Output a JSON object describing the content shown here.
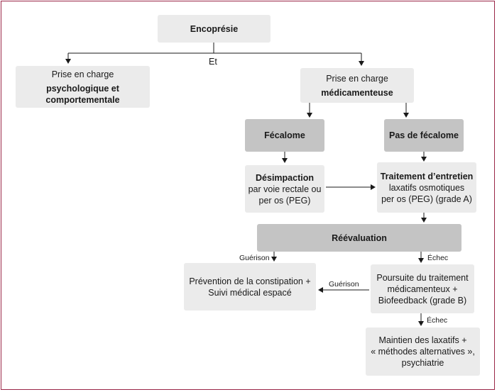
{
  "nodes": {
    "encopresie": {
      "title": "Encoprésie"
    },
    "psy": {
      "line1": "Prise en charge",
      "line2": "psychologique et",
      "line3": "comportementale"
    },
    "med": {
      "line1": "Prise en charge",
      "line2": "médicamenteuse"
    },
    "fecalome": {
      "title": "Fécalome"
    },
    "pas_fecalome": {
      "title": "Pas de fécalome"
    },
    "desimpaction": {
      "title": "Désimpaction",
      "line1": "par voie rectale ou",
      "line2": "per os (PEG)"
    },
    "entretien": {
      "title": "Traitement d’entretien",
      "line1": "laxatifs osmotiques",
      "line2": "per os (PEG) (grade A)"
    },
    "reevaluation": {
      "title": "Réévaluation"
    },
    "prevention": {
      "line1": "Prévention de la constipation +",
      "line2": "Suivi médical espacé"
    },
    "poursuite": {
      "line1": "Poursuite du traitement",
      "line2": "médicamenteux +",
      "line3": "Biofeedback (grade B)"
    },
    "maintien": {
      "line1": "Maintien des laxatifs +",
      "line2": "« méthodes alternatives »,",
      "line3": "psychiatrie"
    }
  },
  "edge_labels": {
    "et": "Et",
    "guerison_1": "Guérison",
    "echec_1": "Échec",
    "guerison_2": "Guérison",
    "echec_2": "Échec"
  },
  "colors": {
    "frame": "#9b2748",
    "box_light": "#ebebeb",
    "box_dark": "#c4c4c4",
    "line": "#1a1a1a"
  }
}
